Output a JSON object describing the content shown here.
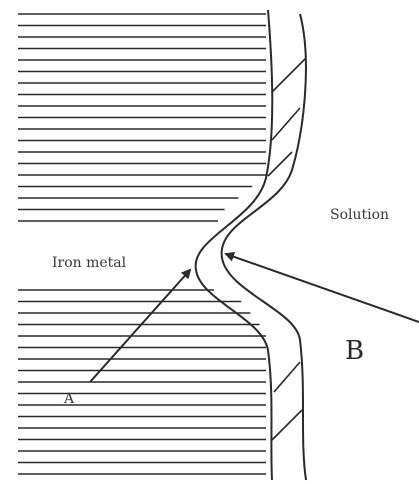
{
  "labels": {
    "iron_metal": "Iron metal",
    "solution": "Solution",
    "point_a": "A",
    "point_b": "B"
  },
  "colors": {
    "ink": "#2a2a2a",
    "hatch": "#3a3a3a",
    "background": "#ffffff"
  }
}
